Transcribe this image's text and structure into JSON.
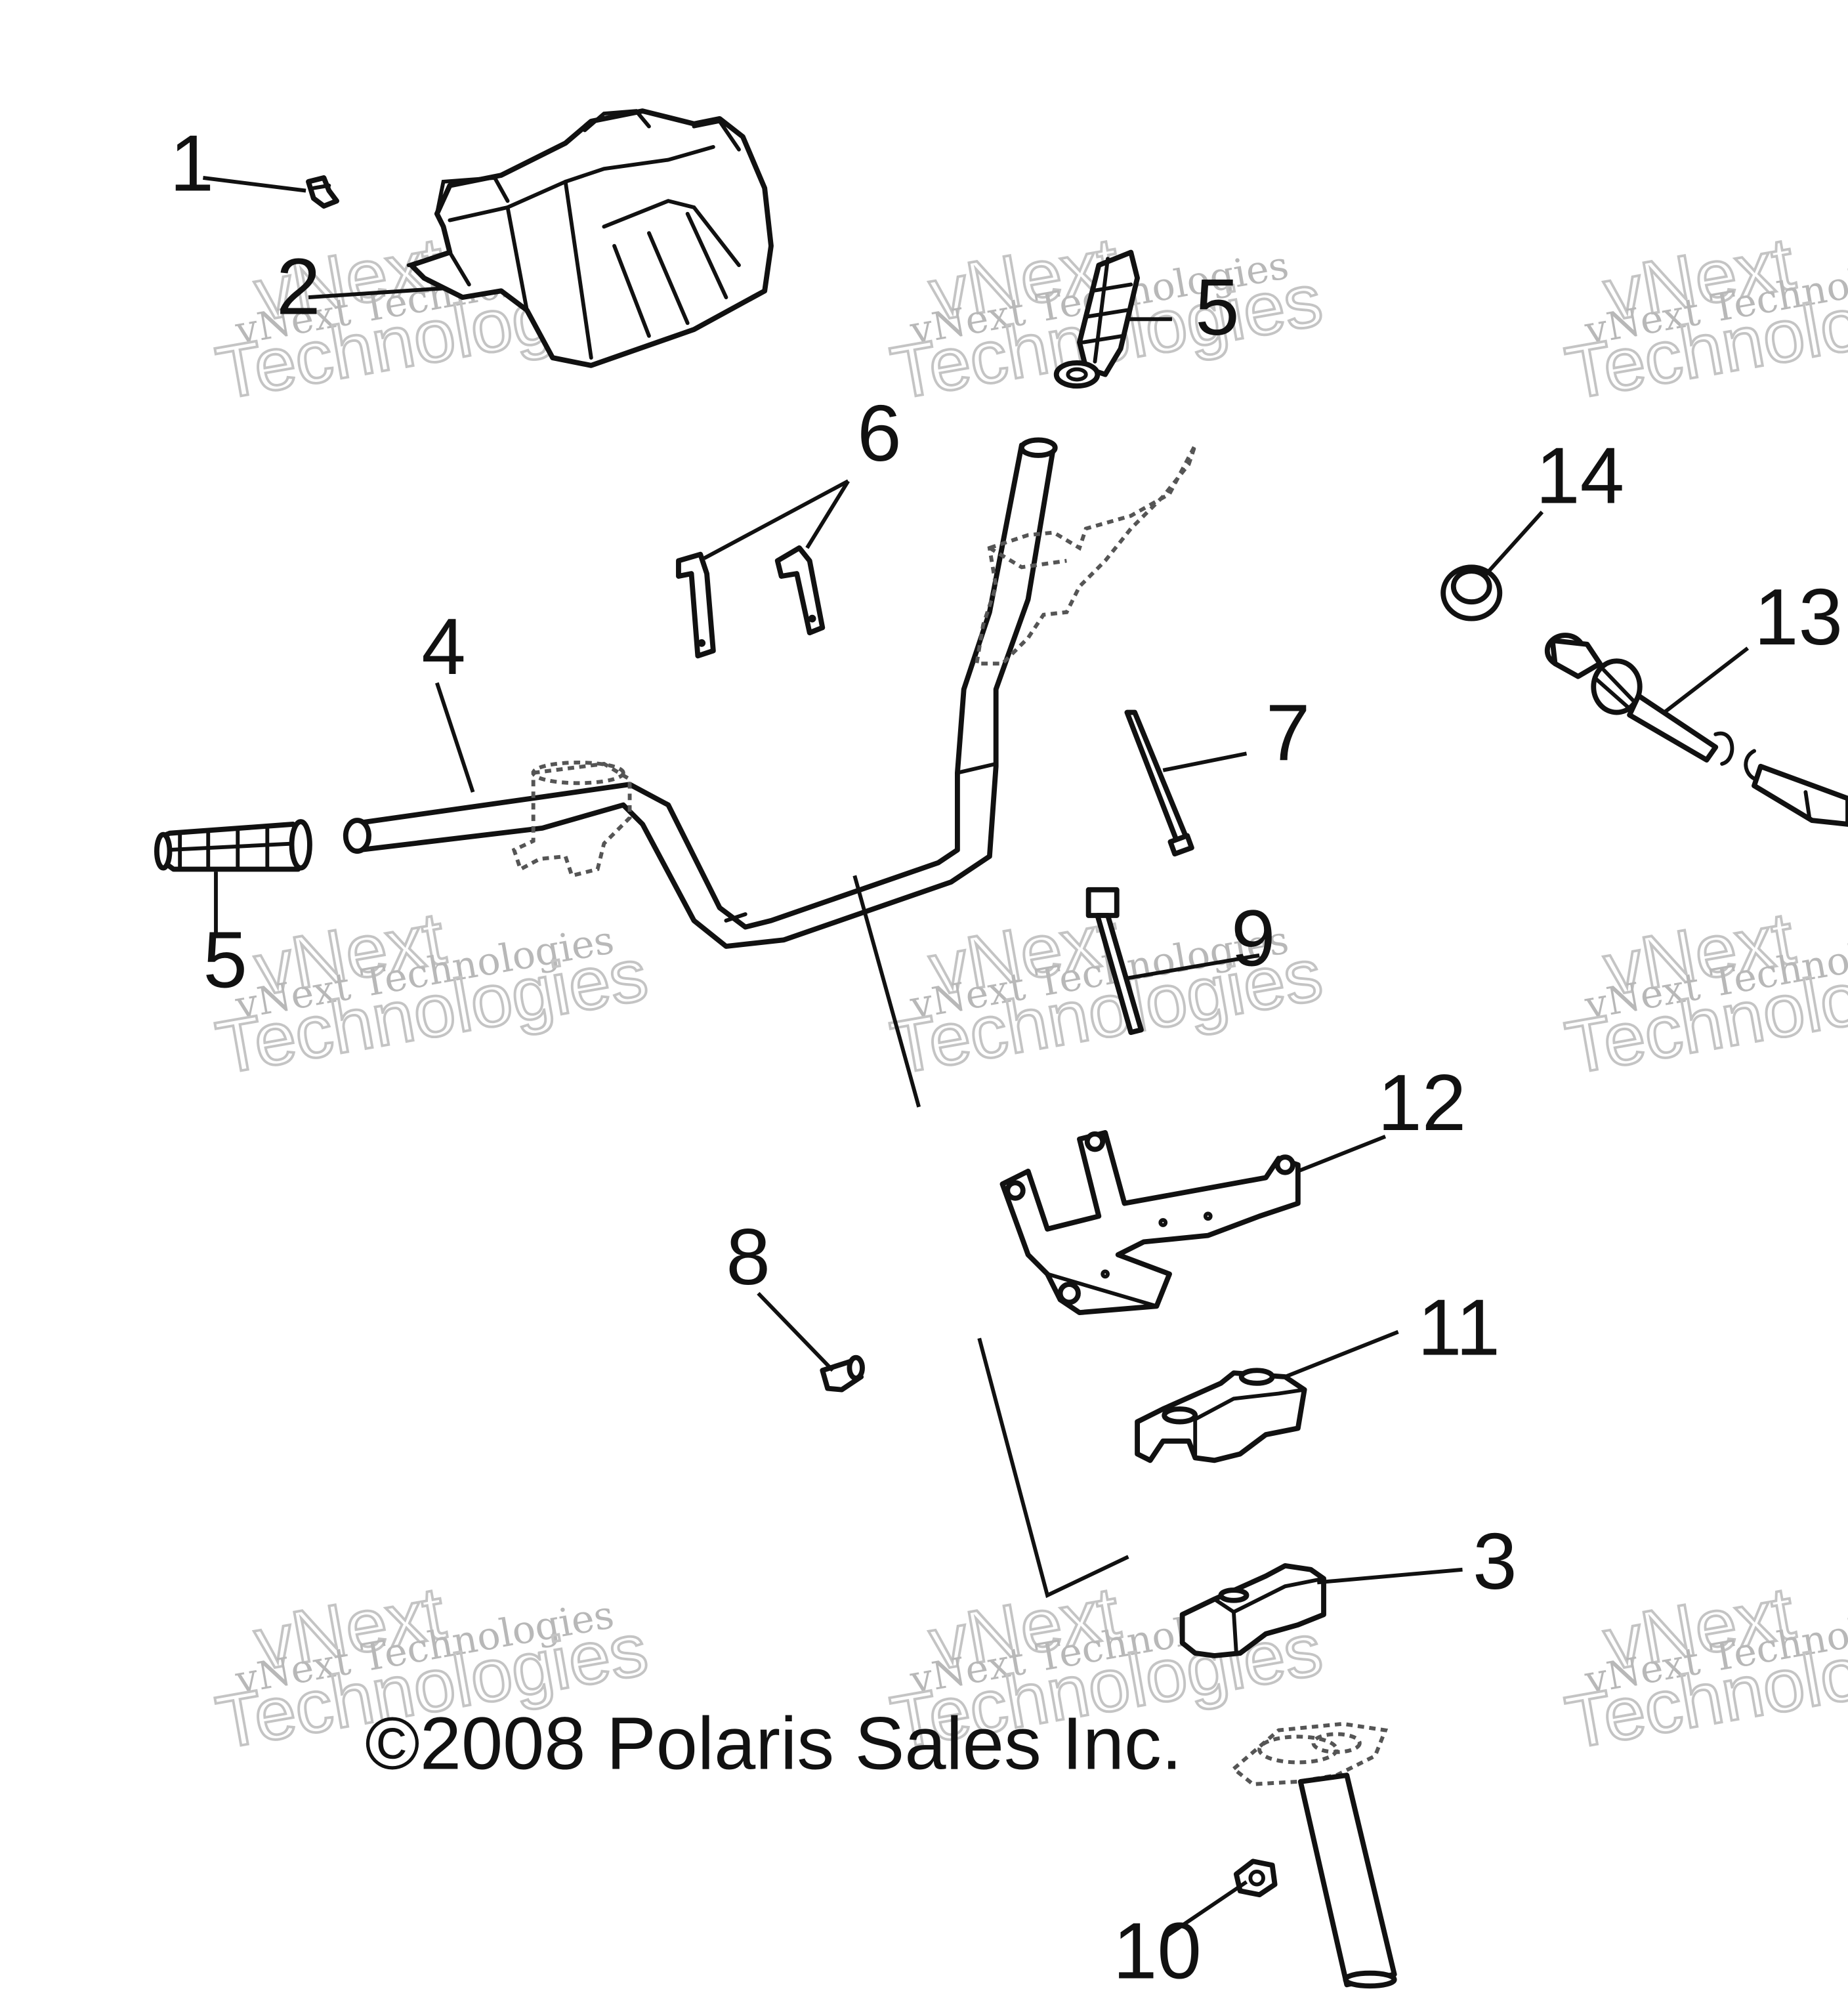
{
  "callouts": {
    "c1": "1",
    "c2": "2",
    "c3": "3",
    "c4": "4",
    "c5a": "5",
    "c5b": "5",
    "c6": "6",
    "c7": "7",
    "c8": "8",
    "c9": "9",
    "c10": "10",
    "c11": "11",
    "c12": "12",
    "c13": "13",
    "c14": "14"
  },
  "copyright": "©2008 Polaris Sales Inc.",
  "watermark": {
    "line1": "vNext Technologies",
    "line2": "vNext",
    "line3": "Technologies"
  }
}
